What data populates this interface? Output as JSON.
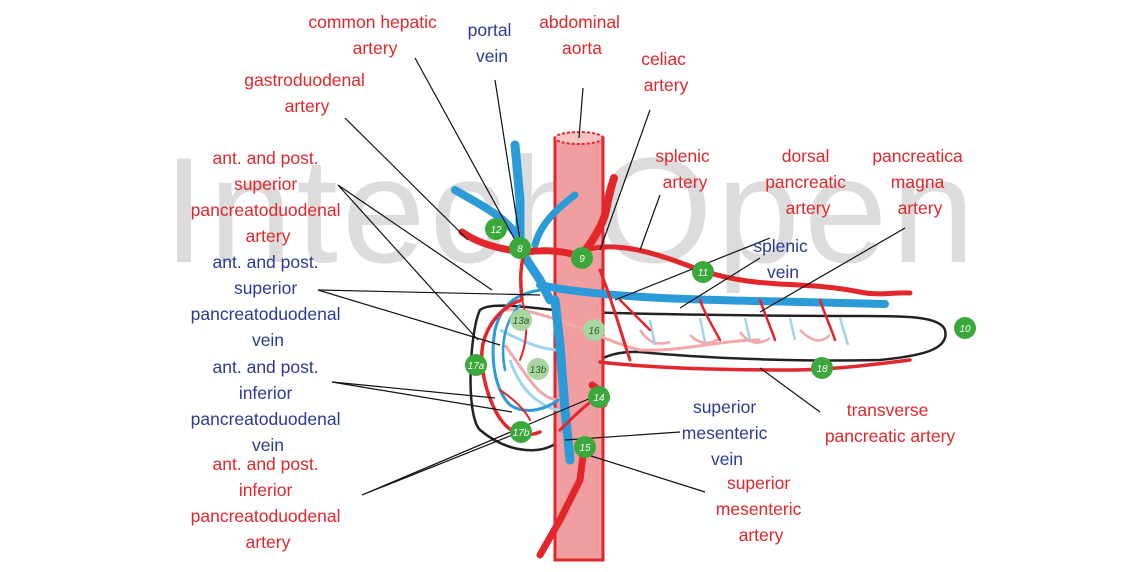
{
  "watermark": "IntechOpen",
  "colors": {
    "artery": "#e2262b",
    "vein": "#2a9ad8",
    "vein_label": "#2b3a9a",
    "artery_label": "#e2262b",
    "aorta_fill": "#f09ea0",
    "pale_artery": "#f3a7a9",
    "pale_vein": "#9fd3ef",
    "node_green": "#3aa83a",
    "node_light": "#a8d5a0",
    "outline": "#222222",
    "leader": "#111111",
    "watermark": "#d8d8d8"
  },
  "labels": {
    "common_hepatic_artery": [
      "common hepatic",
      "artery"
    ],
    "portal_vein": [
      "portal",
      "vein"
    ],
    "abdominal_aorta": [
      "abdominal",
      "aorta"
    ],
    "celiac_artery": [
      "celiac",
      "artery"
    ],
    "gastroduodenal_artery": [
      "gastroduodenal",
      "artery"
    ],
    "aps_pd_artery": [
      "ant. and post.",
      "superior",
      "pancreatoduodenal",
      "artery"
    ],
    "splenic_artery": [
      "splenic",
      "artery"
    ],
    "dorsal_pancreatic_artery": [
      "dorsal",
      "pancreatic",
      "artery"
    ],
    "pancreatica_magna_artery": [
      "pancreatica",
      "magna",
      "artery"
    ],
    "splenic_vein": [
      "splenic",
      "vein"
    ],
    "aps_pd_vein": [
      "ant. and post.",
      "superior",
      "pancreatoduodenal",
      "vein"
    ],
    "api_pd_vein": [
      "ant. and post.",
      "inferior",
      "pancreatoduodenal",
      "vein"
    ],
    "api_pd_artery": [
      "ant. and post.",
      "inferior",
      "pancreatoduodenal",
      "artery"
    ],
    "sm_vein": [
      "superior",
      "mesenteric",
      "vein"
    ],
    "sm_artery": [
      "superior",
      "mesenteric",
      "artery"
    ],
    "transverse_pancreatic_artery": [
      "transverse",
      "pancreatic artery"
    ]
  },
  "nodes": [
    "8",
    "9",
    "10",
    "11",
    "12",
    "13a",
    "13b",
    "14",
    "15",
    "16",
    "17a",
    "17b",
    "18"
  ]
}
